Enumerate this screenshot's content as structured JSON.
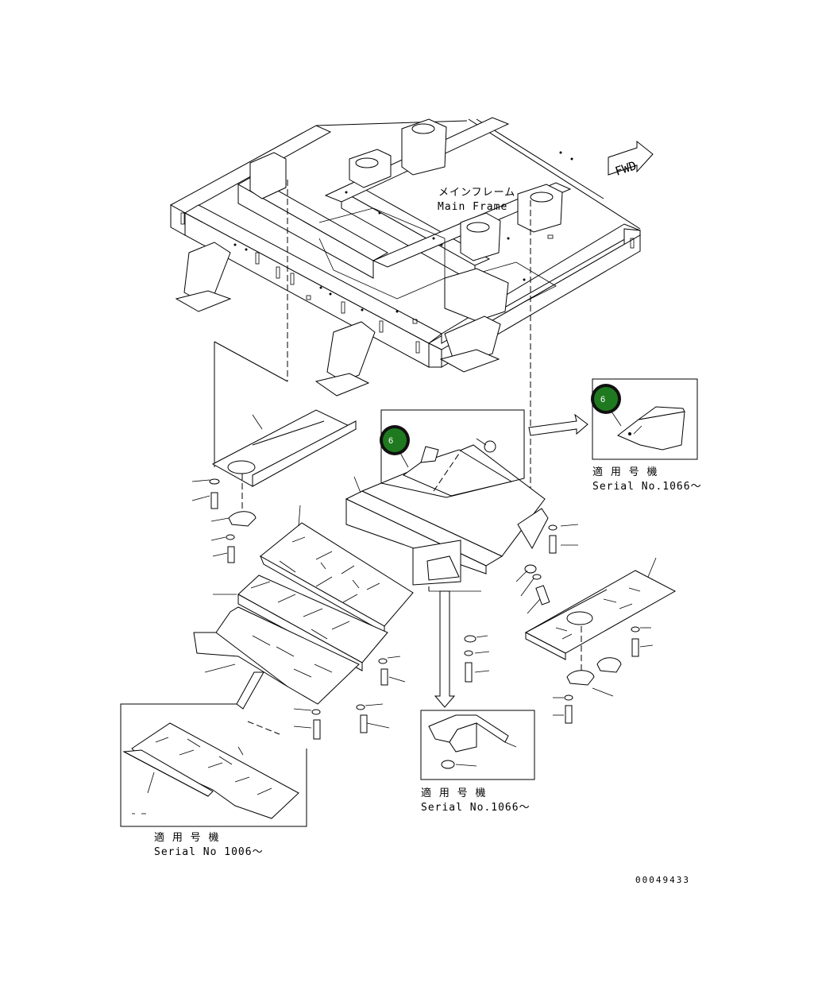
{
  "diagram": {
    "fwd_label": "FWD",
    "main_frame_jp": "メインフレーム",
    "main_frame_en": "Main Frame",
    "callouts": [
      {
        "number": "6",
        "color": "#1f7a1f",
        "ring": "#111111"
      },
      {
        "number": "6",
        "color": "#1f7a1f",
        "ring": "#111111"
      }
    ],
    "serial_notes": [
      {
        "jp": "適 用 号 機",
        "en": "Serial No.1066〜"
      },
      {
        "jp": "適 用 号 機",
        "en": "Serial No.1066〜"
      },
      {
        "jp": "適 用 号 機",
        "en": "Serial No 1006〜"
      }
    ],
    "drawing_number": "00049433"
  }
}
